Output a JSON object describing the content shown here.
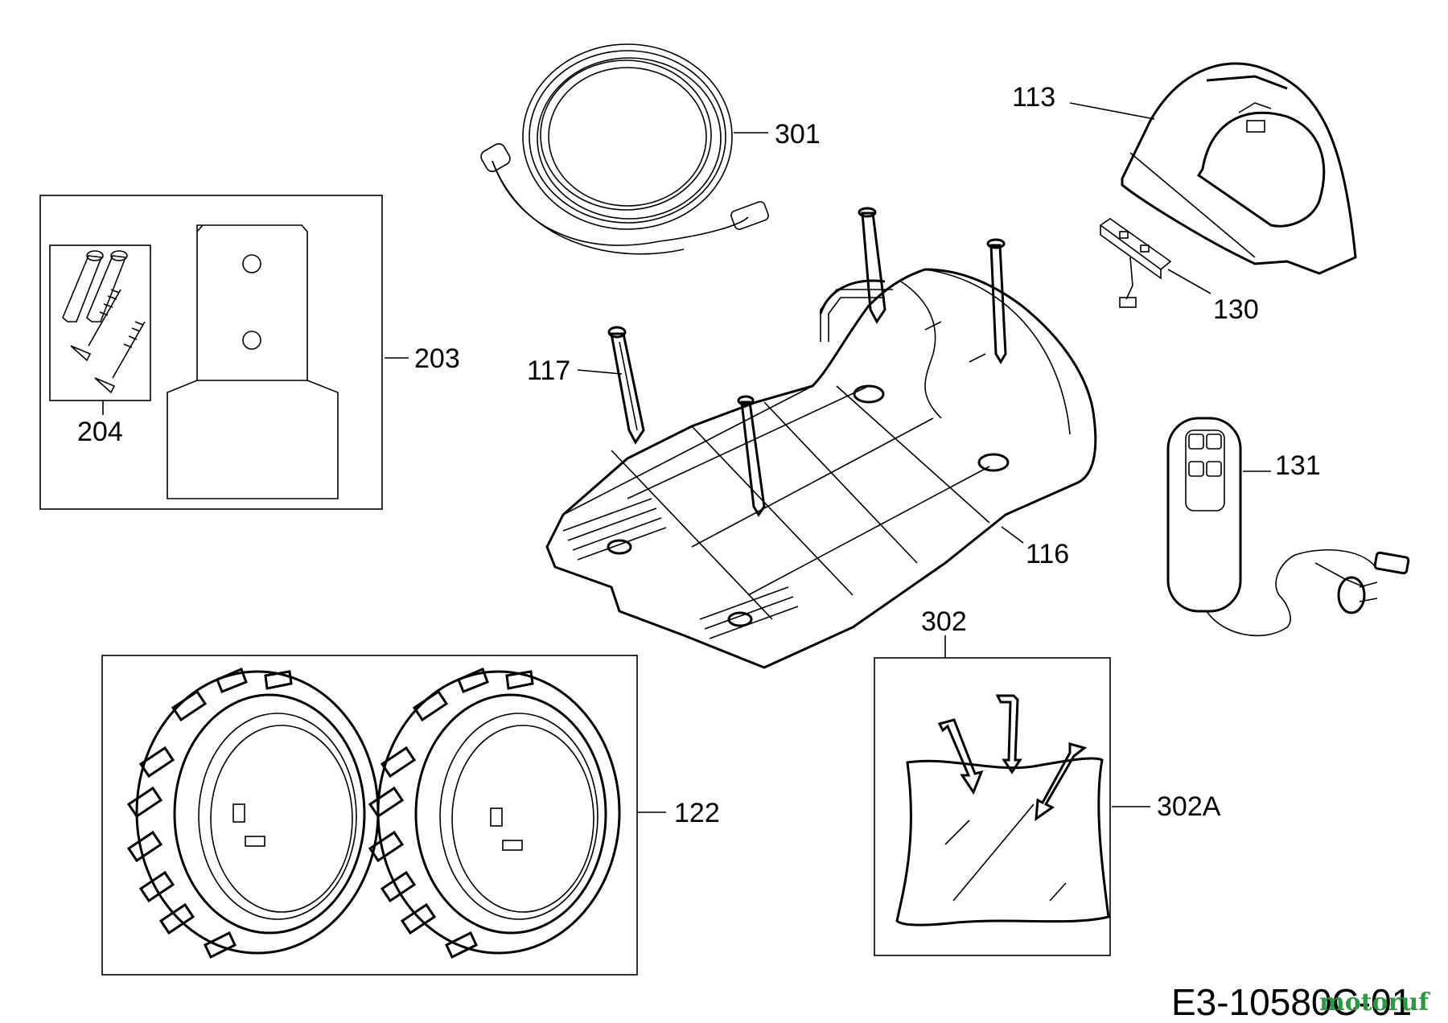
{
  "diagram": {
    "labels": {
      "l113": "113",
      "l130": "130",
      "l131": "131",
      "l116": "116",
      "l117": "117",
      "l122": "122",
      "l203": "203",
      "l204": "204",
      "l301": "301",
      "l302": "302",
      "l302a": "302A"
    },
    "drawing_code": "E3-10580C-01",
    "watermark": "motoruf"
  }
}
